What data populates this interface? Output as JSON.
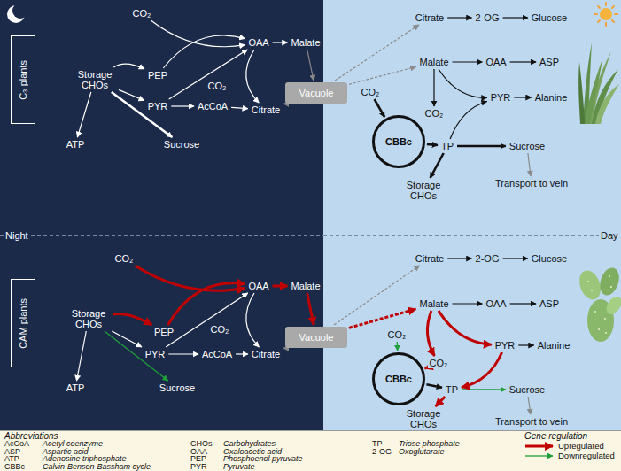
{
  "diagram": {
    "nodes": [
      {
        "text": [
          "C₃ plants"
        ]
      },
      {
        "text": [
          "Storage CHOs"
        ]
      },
      {
        "text": [
          "CO₂"
        ]
      },
      {
        "text": [
          "PEP"
        ]
      },
      {
        "text": [
          "OAA"
        ]
      },
      {
        "text": [
          "Malate"
        ]
      },
      {
        "text": [
          "CO₂"
        ]
      },
      {
        "text": [
          "PYR"
        ]
      },
      {
        "text": [
          "AcCoA"
        ]
      },
      {
        "text": [
          "Citrate"
        ]
      },
      {
        "text": [
          "ATP"
        ]
      },
      {
        "text": [
          "Sucrose"
        ]
      },
      {
        "text": [
          "Vacuole"
        ]
      },
      {
        "text": [
          "Citrate"
        ]
      },
      {
        "text": [
          "2-OG"
        ]
      },
      {
        "text": [
          "Glucose"
        ]
      },
      {
        "text": [
          "Malate"
        ]
      },
      {
        "text": [
          "OAA"
        ]
      },
      {
        "text": [
          "ASP"
        ]
      },
      {
        "text": [
          "CO₂"
        ]
      },
      {
        "text": [
          "PYR"
        ]
      },
      {
        "text": [
          "Alanine"
        ]
      },
      {
        "text": [
          "CO₂"
        ]
      },
      {
        "text": [
          "CBBc"
        ]
      },
      {
        "text": [
          "TP"
        ]
      },
      {
        "text": [
          "Sucrose"
        ]
      },
      {
        "text": [
          "Storage CHOs"
        ]
      },
      {
        "text": [
          "Transport to vein"
        ]
      },
      {
        "text": [
          "CAM plants"
        ]
      },
      {
        "text": [
          "CO₂"
        ]
      },
      {
        "text": [
          "Storage CHOs"
        ]
      },
      {
        "text": [
          "PEP"
        ]
      },
      {
        "text": [
          "OAA"
        ]
      },
      {
        "text": [
          "Malate"
        ]
      },
      {
        "text": [
          "CO₂"
        ]
      },
      {
        "text": [
          "PYR"
        ]
      },
      {
        "text": [
          "AcCoA"
        ]
      },
      {
        "text": [
          "Citrate"
        ]
      },
      {
        "text": [
          "ATP"
        ]
      },
      {
        "text": [
          "Sucrose"
        ]
      },
      {
        "text": [
          "Vacuole"
        ]
      },
      {
        "text": [
          "Citrate"
        ]
      },
      {
        "text": [
          "2-OG"
        ]
      },
      {
        "text": [
          "Glucose"
        ]
      },
      {
        "text": [
          "Malate"
        ]
      },
      {
        "text": [
          "OAA"
        ]
      },
      {
        "text": [
          "ASP"
        ]
      },
      {
        "text": [
          "CO₂"
        ]
      },
      {
        "text": [
          "PYR"
        ]
      },
      {
        "text": [
          "Alanine"
        ]
      },
      {
        "text": [
          "CO₂"
        ]
      },
      {
        "text": [
          "CBBc"
        ]
      },
      {
        "text": [
          "TP"
        ]
      },
      {
        "text": [
          "Sucrose"
        ]
      },
      {
        "text": [
          "Storage CHOs"
        ]
      },
      {
        "text": [
          "Transport to vein"
        ]
      }
    ],
    "edges": [
      {
        "from": 1,
        "to": 3,
        "arrow": "to"
      },
      {
        "from": 1,
        "to": 7,
        "arrow": "to"
      },
      {
        "from": 1,
        "to": 11,
        "arrow": "to"
      },
      {
        "from": 1,
        "to": 10,
        "arrow": "to"
      },
      {
        "from": 2,
        "to": 4,
        "arrow": "to"
      },
      {
        "from": 3,
        "to": 4,
        "arrow": "to"
      },
      {
        "from": 7,
        "to": 8,
        "arrow": "to"
      },
      {
        "from": 7,
        "to": 4,
        "arrow": "to"
      },
      {
        "from": 4,
        "to": 5,
        "arrow": "to"
      },
      {
        "from": 4,
        "to": 9,
        "arrow": "to"
      },
      {
        "from": 8,
        "to": 9,
        "arrow": "to"
      },
      {
        "from": 5,
        "to": 12,
        "arrow": "to"
      },
      {
        "from": 9,
        "to": 12,
        "arrow": "to"
      },
      {
        "from": 12,
        "to": 13,
        "arrow": "to"
      },
      {
        "from": 12,
        "to": 16,
        "arrow": "to"
      },
      {
        "from": 13,
        "to": 14,
        "arrow": "to"
      },
      {
        "from": 14,
        "to": 15,
        "arrow": "to"
      },
      {
        "from": 16,
        "to": 17,
        "arrow": "to"
      },
      {
        "from": 17,
        "to": 18,
        "arrow": "to"
      },
      {
        "from": 16,
        "to": 20,
        "arrow": "to"
      },
      {
        "from": 16,
        "to": 22,
        "arrow": "to"
      },
      {
        "from": 20,
        "to": 21,
        "arrow": "to"
      },
      {
        "from": 19,
        "to": 23,
        "arrow": "to"
      },
      {
        "from": 23,
        "to": 24,
        "arrow": "to"
      },
      {
        "from": 24,
        "to": 26,
        "arrow": "to"
      },
      {
        "from": 24,
        "to": 25,
        "arrow": "to"
      },
      {
        "from": 24,
        "to": 20,
        "arrow": "to"
      },
      {
        "from": 25,
        "to": 27,
        "arrow": "to"
      },
      {
        "from": 30,
        "to": 31,
        "arrow": "to"
      },
      {
        "from": 30,
        "to": 35,
        "arrow": "to"
      },
      {
        "from": 30,
        "to": 39,
        "arrow": "to"
      },
      {
        "from": 30,
        "to": 38,
        "arrow": "to"
      },
      {
        "from": 29,
        "to": 32,
        "arrow": "to"
      },
      {
        "from": 31,
        "to": 32,
        "arrow": "to"
      },
      {
        "from": 35,
        "to": 36,
        "arrow": "to"
      },
      {
        "from": 35,
        "to": 32,
        "arrow": "to"
      },
      {
        "from": 32,
        "to": 33,
        "arrow": "to"
      },
      {
        "from": 32,
        "to": 37,
        "arrow": "to"
      },
      {
        "from": 36,
        "to": 37,
        "arrow": "to"
      },
      {
        "from": 33,
        "to": 40,
        "arrow": "to"
      },
      {
        "from": 37,
        "to": 40,
        "arrow": "to"
      },
      {
        "from": 40,
        "to": 41,
        "arrow": "to"
      },
      {
        "from": 40,
        "to": 44,
        "arrow": "to"
      },
      {
        "from": 41,
        "to": 42,
        "arrow": "to"
      },
      {
        "from": 42,
        "to": 43,
        "arrow": "to"
      },
      {
        "from": 44,
        "to": 45,
        "arrow": "to"
      },
      {
        "from": 45,
        "to": 46,
        "arrow": "to"
      },
      {
        "from": 44,
        "to": 48,
        "arrow": "to"
      },
      {
        "from": 44,
        "to": 50,
        "arrow": "to"
      },
      {
        "from": 48,
        "to": 49,
        "arrow": "to"
      },
      {
        "from": 47,
        "to": 51,
        "arrow": "to"
      },
      {
        "from": 50,
        "to": 51,
        "arrow": "to"
      },
      {
        "from": 51,
        "to": 52,
        "arrow": "to"
      },
      {
        "from": 52,
        "to": 54,
        "arrow": "to"
      },
      {
        "from": 52,
        "to": 53,
        "arrow": "to"
      },
      {
        "from": 48,
        "to": 52,
        "arrow": "to"
      },
      {
        "from": 53,
        "to": 55,
        "arrow": "to"
      }
    ],
    "labels": [
      "Night",
      "Day",
      "Abbreviations",
      "AcCoA",
      "Acetyl coenzyme",
      "ASP",
      "Aspartic acid",
      "ATP",
      "Adenosine triphosphate",
      "CBBc",
      "Calvin-Benson-Bassham cycle",
      "CHOs",
      "Carbohydrates",
      "OAA",
      "Oxaloacetic acid",
      "PEP",
      "Phosphoenol pyruvate",
      "PYR",
      "Pyruvate",
      "TP",
      "Triose phosphate",
      "2-OG",
      "Oxoglutarate",
      "Gene regulation"
    ],
    "legend": [
      {
        "text": "Upregulated"
      },
      {
        "text": "Downregulated"
      }
    ]
  }
}
